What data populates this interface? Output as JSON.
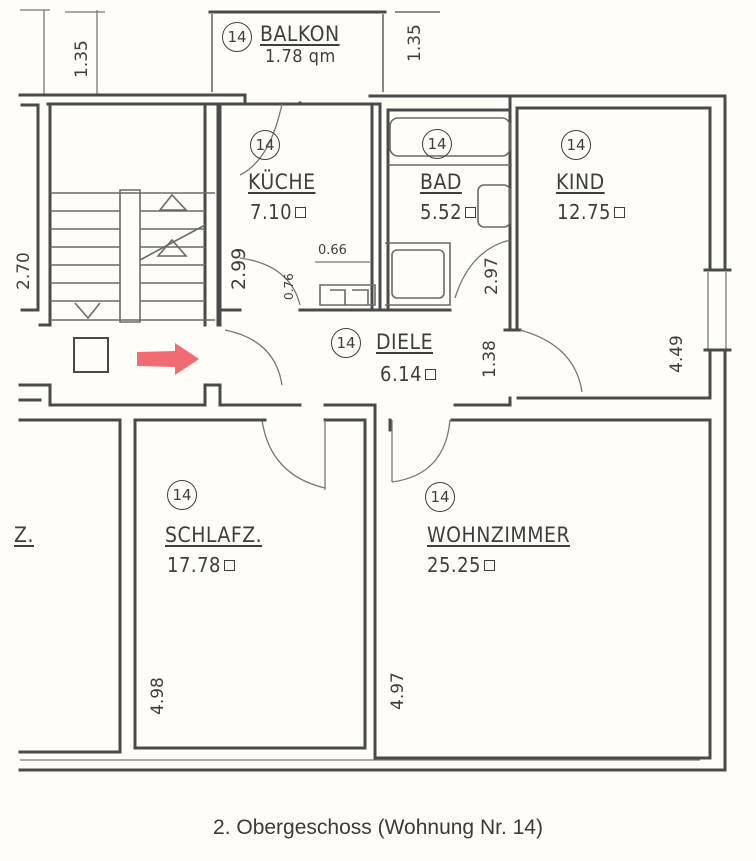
{
  "caption": "2. Obergeschoss (Wohnung Nr. 14)",
  "apartment_number": "14",
  "arrow_color": "#f16b72",
  "rooms": {
    "balkon": {
      "badge": "14",
      "name": "BALKON",
      "area": "1.78 qm"
    },
    "kueche": {
      "badge": "14",
      "name": "KÜCHE",
      "area": "7.10"
    },
    "bad": {
      "badge": "14",
      "name": "BAD",
      "area": "5.52"
    },
    "kind": {
      "badge": "14",
      "name": "KIND",
      "area": "12.75"
    },
    "diele": {
      "badge": "14",
      "name": "DIELE",
      "area": "6.14"
    },
    "schlafz": {
      "badge": "14",
      "name": "SCHLAFZ.",
      "area": "17.78"
    },
    "wohnzimmer": {
      "badge": "14",
      "name": "WOHNZIMMER",
      "area": "25.25"
    },
    "neighbor": {
      "name": "Z."
    }
  },
  "dimensions": {
    "balkon_left": "1.35",
    "balkon_right": "1.35",
    "stair_left": "2.70",
    "kueche_width": "2.99",
    "kueche_small": "0.76",
    "kueche_counter": "0.66",
    "bad_width": "2.97",
    "diele_width": "1.38",
    "kind_depth": "4.49",
    "schlafz_depth": "4.98",
    "wohnzimmer_depth": "4.97"
  },
  "area_unit_icon": "square-meter-icon"
}
